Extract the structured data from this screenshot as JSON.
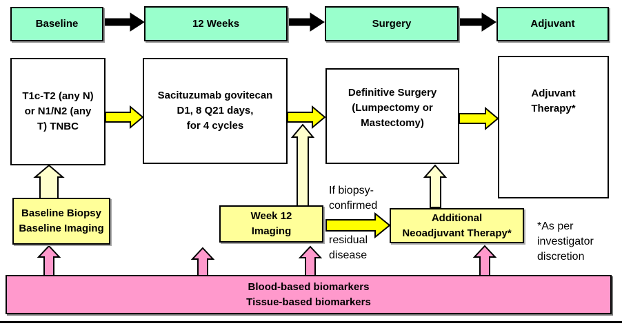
{
  "timeline": {
    "phases": [
      {
        "label": "Baseline"
      },
      {
        "label": "12 Weeks"
      },
      {
        "label": "Surgery"
      },
      {
        "label": "Adjuvant"
      }
    ]
  },
  "main_flow": {
    "eligibility": "T1c-T2 (any N)\nor N1/N2 (any\nT) TNBC",
    "treatment": "Sacituzumab govitecan\nD1, 8 Q21 days,\nfor 4 cycles",
    "surgery": "Definitive Surgery\n(Lumpectomy or\nMastectomy)",
    "adjuvant": "Adjuvant\nTherapy*"
  },
  "assessments": {
    "baseline": "Baseline Biopsy\nBaseline Imaging",
    "week12": "Week 12\nImaging",
    "additional_therapy": "Additional\nNeoadjuvant Therapy*"
  },
  "annotations": {
    "condition_top": "If biopsy-\nconfirmed",
    "condition_bottom": "residual\ndisease",
    "footnote": "*As per\ninvestigator\ndiscretion"
  },
  "biomarkers": {
    "label": "Blood-based biomarkers\nTissue-based biomarkers"
  },
  "colors": {
    "phase_fill": "#99FFCC",
    "assessment_fill": "#FFFF99",
    "arrow_yellow": "#FFFF00",
    "arrow_pale_yellow": "#FFFFCC",
    "biomarker_pink": "#FF99CC",
    "outline": "#000000"
  }
}
